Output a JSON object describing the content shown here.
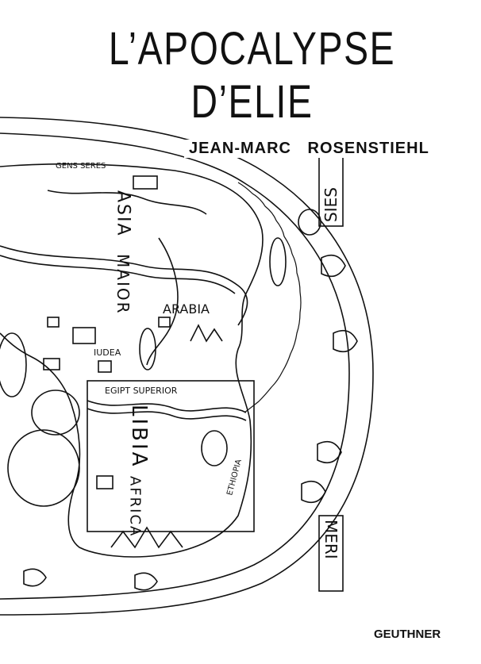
{
  "cover": {
    "title": "L’APOCALYPSE D’ELIE",
    "author": "JEAN-MARC ROSENSTIEHL",
    "publisher": "GEUTHNER"
  },
  "map_labels": {
    "gens_seres": "GENS SERES",
    "asia": "ASIA",
    "maior": "MAIOR",
    "arabia": "ARABIA",
    "iudea": "IUDEA",
    "egipt_superior": "EGIPT SUPERIOR",
    "libia": "LIBIA",
    "africa": "AFRICA",
    "ethiopia": "ETHIOPIA",
    "sies": "SIES",
    "meri": "MERI"
  },
  "colors": {
    "ink": "#111111",
    "paper": "#ffffff"
  }
}
